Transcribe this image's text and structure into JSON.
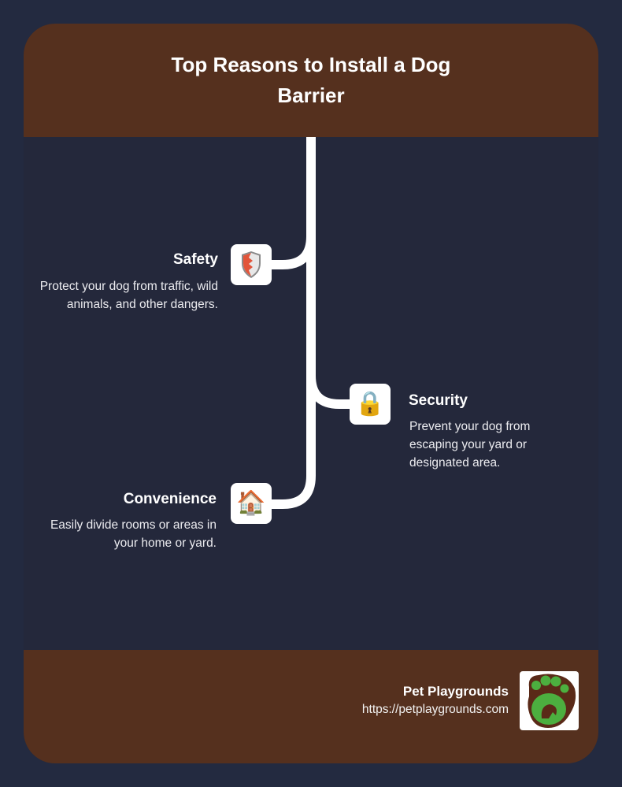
{
  "header": {
    "title": "Top Reasons to Install a Dog Barrier"
  },
  "items": [
    {
      "title": "Safety",
      "description": "Protect your dog from traffic, wild animals, and other dangers.",
      "icon": "shield-icon",
      "glyph": "",
      "side": "left"
    },
    {
      "title": "Security",
      "description": "Prevent your dog from escaping your yard or designated area.",
      "icon": "lock-icon",
      "glyph": "🔒",
      "side": "right"
    },
    {
      "title": "Convenience",
      "description": "Easily divide rooms or areas in your home or yard.",
      "icon": "house-icon",
      "glyph": "🏠",
      "side": "left"
    }
  ],
  "footer": {
    "brand": "Pet Playgrounds",
    "url": "https://petplaygrounds.com",
    "logo": "paw-logo"
  },
  "colors": {
    "background": "#232a40",
    "card": "#24283b",
    "brown": "#55301e",
    "line": "#ffffff",
    "paw_green": "#4caf3f",
    "paw_brown": "#5a2a18"
  }
}
